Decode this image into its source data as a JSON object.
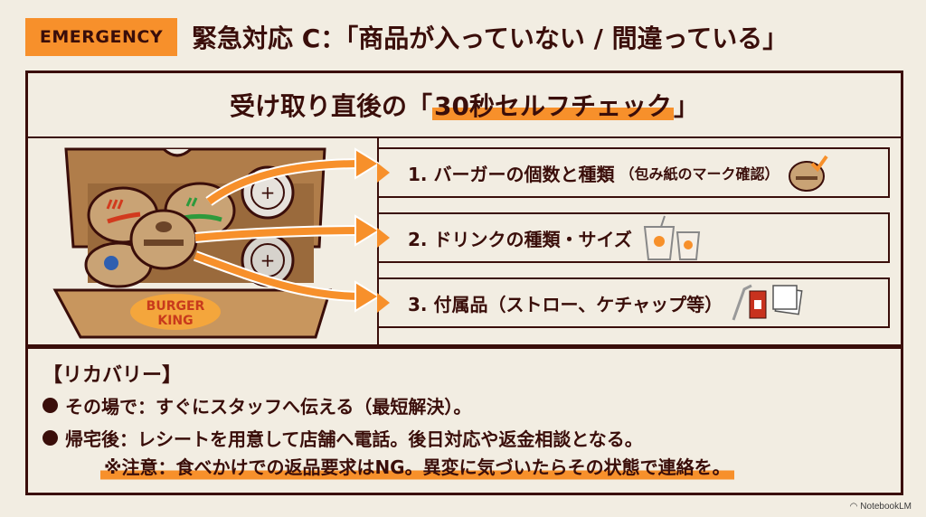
{
  "header": {
    "badge": "EMERGENCY",
    "title": "緊急対応 C：「商品が入っていない / 間違っている」"
  },
  "check_section": {
    "title_prefix": "受け取り直後の「",
    "title_highlight": "30秒セルフチェック",
    "title_suffix": "」",
    "illustration": {
      "description": "burger-king-box-with-burgers-and-drinks",
      "logo_line1": "BURGER",
      "logo_line2": "KING"
    },
    "items": [
      {
        "label": "1. バーガーの個数と種類",
        "sub": "（包み紙のマーク確認）",
        "icon": "burger-check-icon"
      },
      {
        "label": "2. ドリンクの種類・サイズ",
        "sub": "",
        "icon": "drink-cups-icon"
      },
      {
        "label": "3. 付属品（ストロー、ケチャップ等）",
        "sub": "",
        "icon": "accessories-icon"
      }
    ]
  },
  "recovery": {
    "title": "【リカバリー】",
    "lines": [
      "その場で：すぐにスタッフへ伝える（最短解決）。",
      "帰宅後：レシートを用意して店舗へ電話。後日対応や返金相談となる。"
    ],
    "note": "※注意：食べかけでの返品要求はNG。異変に気づいたらその状態で連絡を。"
  },
  "footer": {
    "brand": "NotebookLM"
  },
  "colors": {
    "background": "#f2ede2",
    "accent": "#f7902b",
    "ink": "#3a0e0a",
    "box_kraft": "#c8965e"
  }
}
